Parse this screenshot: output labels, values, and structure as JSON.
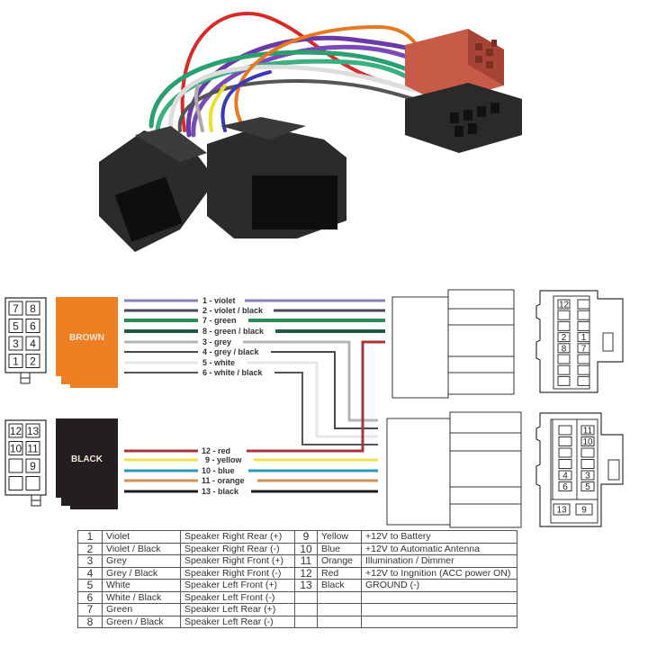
{
  "title": "ISO car radio wiring harness adapter diagram",
  "connectors": {
    "brown": {
      "label": "BROWN",
      "pins_grid": [
        "7",
        "8",
        "5",
        "6",
        "3",
        "4",
        "1",
        "2"
      ],
      "color": "#ee7f22"
    },
    "black": {
      "label": "BLACK",
      "pins_grid": [
        "12",
        "13",
        "10",
        "11",
        "",
        "9",
        "",
        ""
      ],
      "color": "#231f20"
    },
    "car_top_pins": {
      "left": [
        "12",
        "",
        "",
        "2",
        "8",
        "",
        "",
        ""
      ],
      "right": [
        "",
        "",
        "",
        "1",
        "7",
        "",
        "",
        ""
      ]
    },
    "car_bottom_pins": {
      "left": [
        "",
        "",
        "",
        "",
        "4",
        "6"
      ],
      "right": [
        "11",
        "10",
        "",
        "",
        "3",
        "5"
      ],
      "bottom": [
        "13",
        "9"
      ]
    }
  },
  "wires_brown": [
    {
      "label": "1 - violet",
      "color": "#8a84b0"
    },
    {
      "label": "2 - violet / black",
      "color": "#4a4660"
    },
    {
      "label": "7 - green",
      "color": "#2a8a5a"
    },
    {
      "label": "8 - green / black",
      "color": "#1f5a3e"
    },
    {
      "label": "3 - grey",
      "color": "#b4b4b4"
    },
    {
      "label": "4 - grey / black",
      "color": "#4a4a4a"
    },
    {
      "label": "5 - white",
      "color": "#e6e6e6"
    },
    {
      "label": "6 - white / black",
      "color": "#555555"
    }
  ],
  "wires_black": [
    {
      "label": "12 - red",
      "color": "#a8353a"
    },
    {
      "label": "9 - yellow",
      "color": "#f1e14e"
    },
    {
      "label": "10 - blue",
      "color": "#2d9bb7"
    },
    {
      "label": "11 - orange",
      "color": "#cf8e5a"
    },
    {
      "label": "13 - black",
      "color": "#1c1c1c"
    }
  ],
  "table": {
    "left": [
      {
        "num": "1",
        "color": "Violet",
        "func": "Speaker Right Rear (+)"
      },
      {
        "num": "2",
        "color": "Violet / Black",
        "func": "Speaker Right Rear (-)"
      },
      {
        "num": "3",
        "color": "Grey",
        "func": "Speaker Right Front (+)"
      },
      {
        "num": "4",
        "color": "Grey / Black",
        "func": "Speaker Right Front (-)"
      },
      {
        "num": "5",
        "color": "White",
        "func": "Speaker Left Front (+)"
      },
      {
        "num": "6",
        "color": "White / Black",
        "func": "Speaker Left Front (-)"
      },
      {
        "num": "7",
        "color": "Green",
        "func": "Speaker Left Rear (+)"
      },
      {
        "num": "8",
        "color": "Green / Black",
        "func": "Speaker Left Rear (-)"
      }
    ],
    "right": [
      {
        "num": "9",
        "color": "Yellow",
        "func": "+12V to Battery"
      },
      {
        "num": "10",
        "color": "Blue",
        "func": "+12V to Automatic Antenna"
      },
      {
        "num": "11",
        "color": "Orange",
        "func": "Illumination / Dimmer"
      },
      {
        "num": "12",
        "color": "Red",
        "func": "+12V to Ingnition (ACC power ON)"
      },
      {
        "num": "13",
        "color": "Black",
        "func": "GROUND (-)"
      },
      {
        "num": "",
        "color": "",
        "func": ""
      },
      {
        "num": "",
        "color": "",
        "func": ""
      },
      {
        "num": "",
        "color": "",
        "func": ""
      }
    ]
  }
}
